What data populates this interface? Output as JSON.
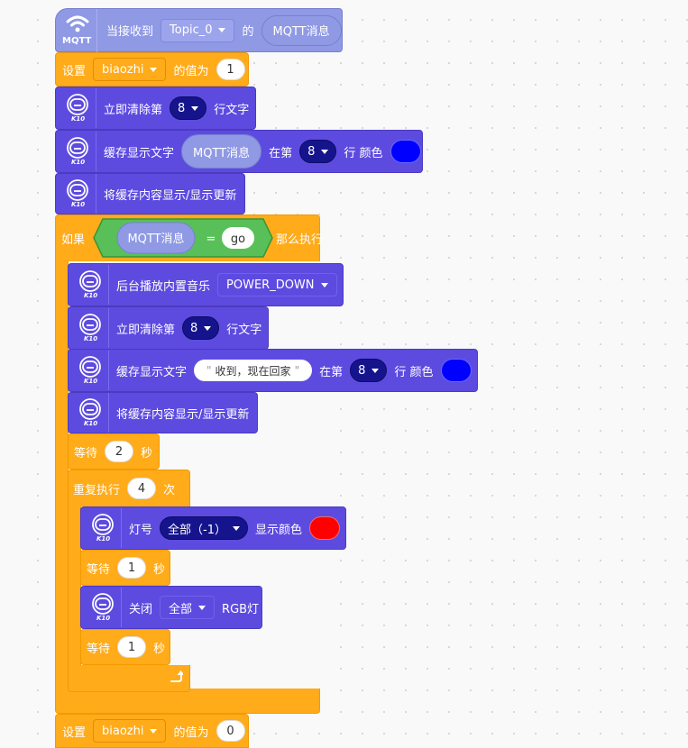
{
  "hat": {
    "icon_label": "MQTT",
    "text_receive": "当接收到",
    "topic": "Topic_0",
    "text_of": "的",
    "message": "MQTT消息"
  },
  "set1": {
    "text_set": "设置",
    "var": "biaozhi",
    "text_value": "的值为",
    "value": "1"
  },
  "clear1": {
    "text": "立即清除第",
    "line": "8",
    "suffix": "行文字"
  },
  "cache1": {
    "text": "缓存显示文字",
    "reporter": "MQTT消息",
    "at": "在第",
    "line": "8",
    "suffix": "行 颜色",
    "color": "#0000ff"
  },
  "refresh1": {
    "text": "将缓存内容显示/显示更新"
  },
  "if_block": {
    "text_if": "如果",
    "left": "MQTT消息",
    "op": "=",
    "right": "go",
    "text_then": "那么执行"
  },
  "music": {
    "text": "后台播放内置音乐",
    "value": "POWER_DOWN"
  },
  "clear2": {
    "text": "立即清除第",
    "line": "8",
    "suffix": "行文字"
  },
  "cache2": {
    "text": "缓存显示文字",
    "string": "收到，现在回家",
    "at": "在第",
    "line": "8",
    "suffix": "行 颜色",
    "color": "#0000ff"
  },
  "refresh2": {
    "text": "将缓存内容显示/显示更新"
  },
  "wait1": {
    "text": "等待",
    "value": "2",
    "unit": "秒"
  },
  "repeat": {
    "text": "重复执行",
    "value": "4",
    "unit": "次"
  },
  "led": {
    "text": "灯号",
    "value": "全部（-1）",
    "suffix": "显示颜色",
    "color": "#ff0000"
  },
  "wait2": {
    "text": "等待",
    "value": "1",
    "unit": "秒"
  },
  "rgb_off": {
    "text": "关闭",
    "value": "全部",
    "suffix": "RGB灯"
  },
  "wait3": {
    "text": "等待",
    "value": "1",
    "unit": "秒"
  },
  "set2": {
    "text_set": "设置",
    "var": "biaozhi",
    "text_value": "的值为",
    "value": "0"
  },
  "k10_label": "K10",
  "colors": {
    "k10": "#5d4be0",
    "mqtt": "#8f99e4",
    "control": "#ffab1a",
    "operator": "#59c059",
    "navy": "#16148c"
  }
}
